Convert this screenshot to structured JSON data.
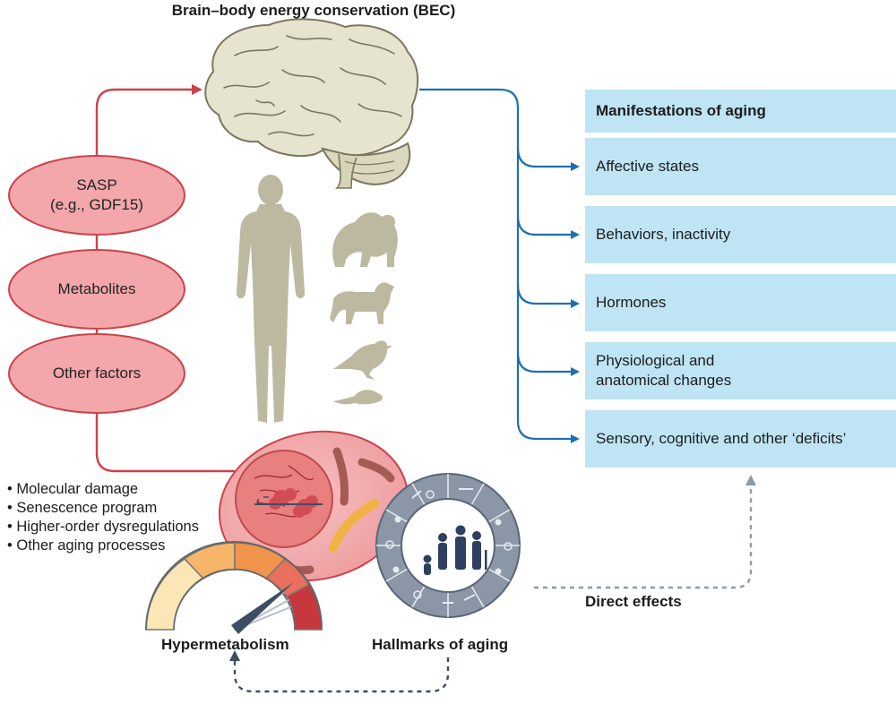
{
  "title": "Brain–body energy conservation (BEC)",
  "signals": [
    {
      "label": "SASP\n(e.g., GDF15)"
    },
    {
      "label": "Metabolites"
    },
    {
      "label": "Other factors"
    }
  ],
  "manifestations": {
    "heading": "Manifestations of aging",
    "items": [
      "Affective states",
      "Behaviors, inactivity",
      "Hormones",
      "Physiological and\nanatomical changes",
      "Sensory, cognitive and other ‘deficits’"
    ]
  },
  "processes": [
    "Molecular damage",
    "Senescence program",
    "Higher-order dysregulations",
    "Other aging processes"
  ],
  "labels": {
    "hypermetabolism": "Hypermetabolism",
    "hallmarks": "Hallmarks of aging",
    "direct_effects": "Direct effects"
  },
  "organisms": [
    "human-silhouette",
    "chimpanzee-silhouette",
    "dog-silhouette",
    "bird-silhouette",
    "mouse-silhouette"
  ],
  "colors": {
    "red_arrow": "#c9434a",
    "blue_arrow": "#1f6fae",
    "oval_fill": "#f3a7ab",
    "manifestation_box": "#bfe4f4",
    "silhouette": "#bdb9a1",
    "brain": "#e6e3cf",
    "dotted_arrow": "#8d9aa8",
    "gauge": [
      "#fbe7b6",
      "#f7b56a",
      "#f0944b",
      "#e8705c",
      "#c6383d"
    ]
  }
}
